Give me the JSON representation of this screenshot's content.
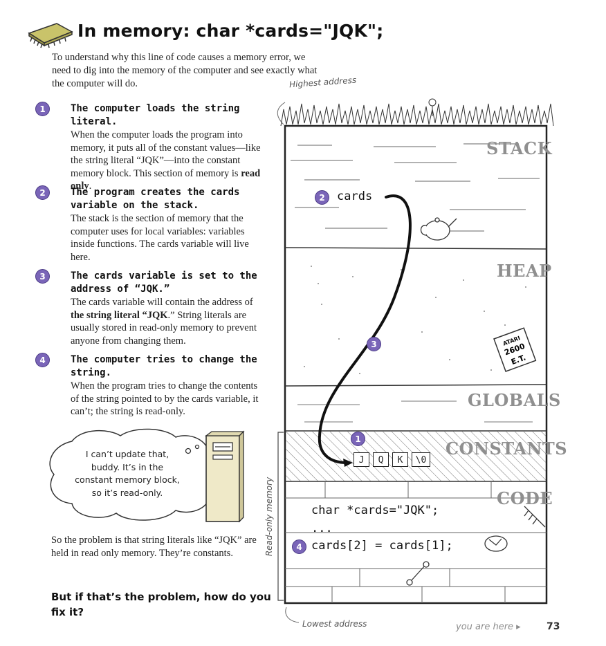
{
  "title": "In memory: char *cards=\"JQK\";",
  "intro": "To understand why this line of code causes a memory error, we need to dig into the memory of the computer and see exactly what the computer will do.",
  "steps": [
    {
      "number": "1",
      "heading": "The computer loads the string literal.",
      "body_a": "When the computer loads the program into memory, it puts all of the constant values—like the string literal “JQK”—into the constant memory block. This section of memory is ",
      "body_bold": "read only",
      "body_b": "."
    },
    {
      "number": "2",
      "heading": "The program creates the cards variable on the stack.",
      "body_a": "The stack is the section of memory that the computer uses for local variables: variables inside functions. The cards variable will live here.",
      "body_bold": "",
      "body_b": ""
    },
    {
      "number": "3",
      "heading": "The cards variable is set to the address of “JQK.”",
      "body_a": "The cards variable will contain the address of ",
      "body_bold": "the string literal “JQK",
      "body_b": ".” String literals are usually stored in read-only memory to prevent anyone from changing them."
    },
    {
      "number": "4",
      "heading": "The computer tries to change the string.",
      "body_a": "When the program tries to change the contents of the string pointed to by the cards variable, it can’t; the string is read-only.",
      "body_bold": "",
      "body_b": ""
    }
  ],
  "speech_bubble": "I can’t update that, buddy. It’s in the constant memory block, so it’s read-only.",
  "bottom_text": "So the problem is that string literals like “JQK” are held in read only memory. They’re constants.",
  "question": "But if that’s the problem, how do you fix it?",
  "diagram": {
    "highest_label": "Highest address",
    "lowest_label": "Lowest address",
    "readonly_label": "Read-only memory",
    "segments": [
      "STACK",
      "HEAP",
      "GLOBALS",
      "CONSTANTS",
      "CODE"
    ],
    "variable_label": "cards",
    "string_cells": [
      "J",
      "Q",
      "K",
      "\\0"
    ],
    "code_lines": [
      "char *cards=\"JQK\";",
      "...",
      "cards[2] = cards[1];"
    ],
    "badges": [
      "1",
      "2",
      "3",
      "4"
    ],
    "book_lines": [
      "ATARI",
      "2600",
      "E.T."
    ]
  },
  "footer": {
    "you_are_here": "you are here ▸",
    "page_number": "73"
  },
  "colors": {
    "badge": "#7a65b8",
    "segment_label": "#8f8f8f"
  }
}
